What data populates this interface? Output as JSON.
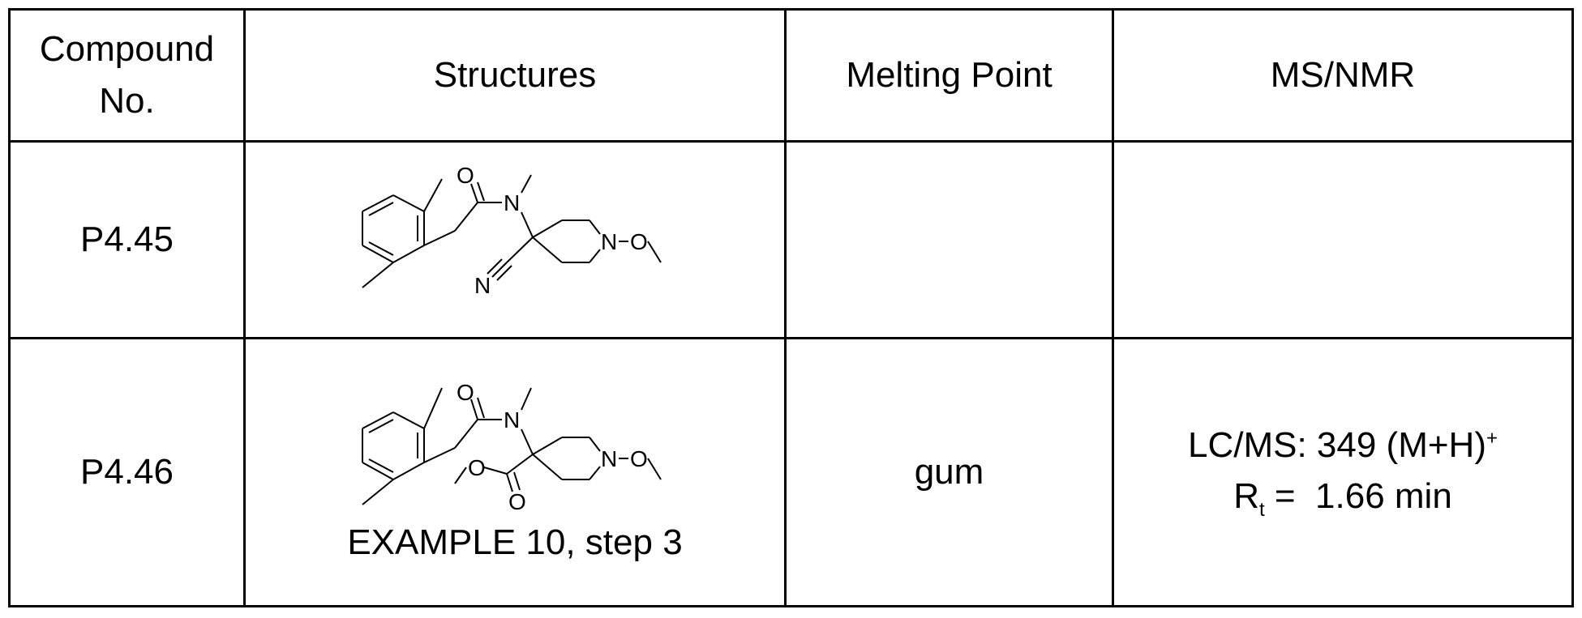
{
  "headers": {
    "compound": "Compound No.",
    "structures": "Structures",
    "melting_point": "Melting Point",
    "ms_nmr": "MS/NMR"
  },
  "rows": [
    {
      "compound": "P4.45",
      "structure_atoms": {
        "o_carbonyl": "O",
        "n_amide": "N",
        "n_ring": "N",
        "o_methoxy": "O",
        "n_nitrile": "N"
      },
      "melting_point": "",
      "ms_nmr": ""
    },
    {
      "compound": "P4.46",
      "structure_atoms": {
        "o_carbonyl": "O",
        "n_amide": "N",
        "n_ring": "N",
        "o_methoxy": "O",
        "o_ester": "O",
        "o_ester_carbonyl": "O"
      },
      "structure_caption": "EXAMPLE 10, step 3",
      "melting_point": "gum",
      "ms_line1_prefix": "LC/MS: 349 (M+H)",
      "ms_line1_sup": "+",
      "ms_line2_r": "R",
      "ms_line2_sub": "t",
      "ms_line2_rest": " =  1.66 min"
    }
  ]
}
